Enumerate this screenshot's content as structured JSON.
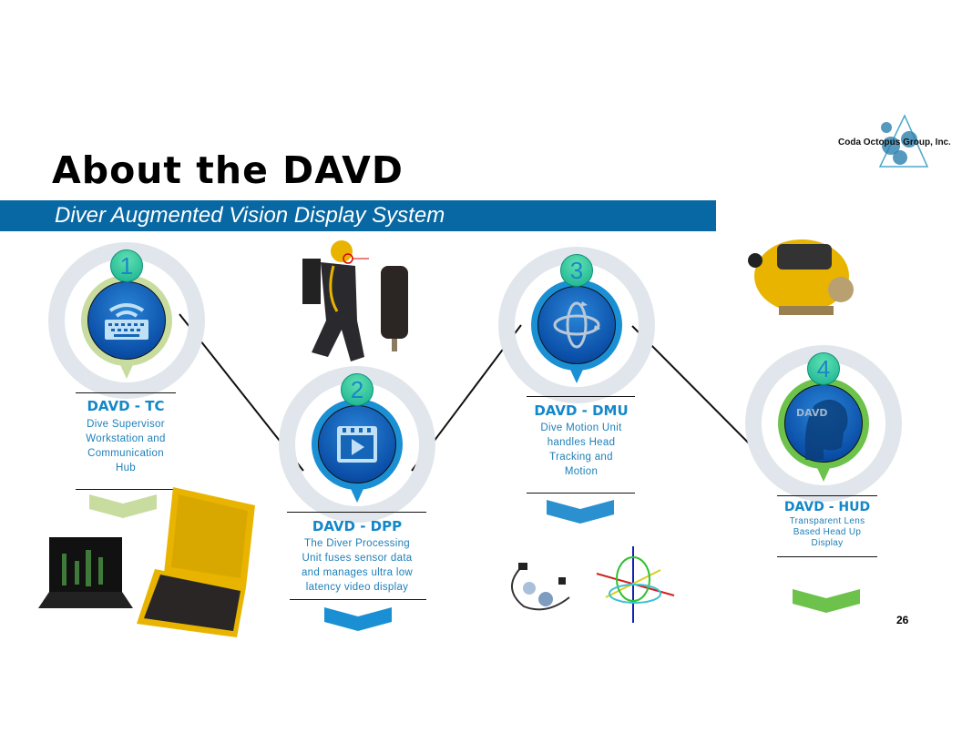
{
  "header": {
    "title": "About the DAVD",
    "subtitle": "Diver Augmented Vision Display System",
    "logo_text": "Coda Octopus Group, Inc."
  },
  "nodes": [
    {
      "number": "1",
      "title": "DAVD - TC",
      "description": [
        "Dive Supervisor",
        "Workstation and",
        "Communication",
        "Hub"
      ],
      "icon": "keyboard-wireless-icon",
      "color": "#c9dca0"
    },
    {
      "number": "2",
      "title": "DAVD - DPP",
      "description": [
        "The Diver Processing",
        "Unit fuses sensor data",
        "and manages ultra low",
        "latency video display"
      ],
      "icon": "video-clip-icon",
      "color": "#1a8fd4"
    },
    {
      "number": "3",
      "title": "DAVD - DMU",
      "description": [
        "Dive Motion Unit",
        "handles Head",
        "Tracking and",
        "Motion"
      ],
      "icon": "rotation-3d-icon",
      "color": "#1a8fd4"
    },
    {
      "number": "4",
      "title": "DAVD - HUD",
      "description": [
        "Transparent Lens",
        "Based Head Up",
        "Display"
      ],
      "icon": "head-display-icon",
      "color": "#6cc24a",
      "icon_text": "DAVD"
    }
  ],
  "page_number": "26"
}
